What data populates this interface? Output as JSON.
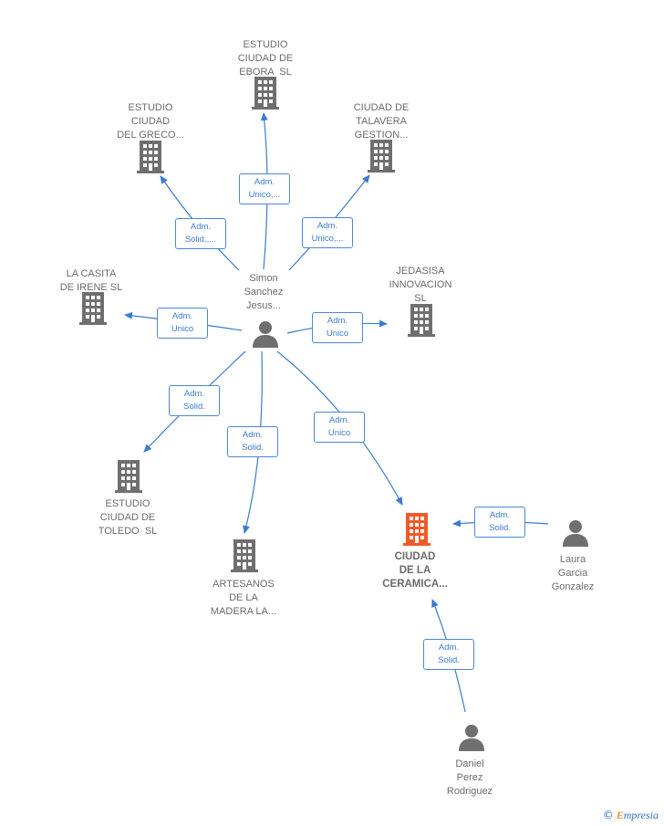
{
  "colors": {
    "company": "#6f6f6f",
    "main_company": "#f05a28",
    "person": "#6f6f6f",
    "edge": "#3b7bd1",
    "text": "#6b6b6b"
  },
  "nodes": [
    {
      "id": "ebora",
      "kind": "company",
      "icon": "building-icon",
      "label": [
        "ESTUDIO",
        "CIUDAD DE",
        "EBORA  SL"
      ]
    },
    {
      "id": "greco",
      "kind": "company",
      "icon": "building-icon",
      "label": [
        "ESTUDIO",
        "CIUDAD",
        "DEL GRECO..."
      ]
    },
    {
      "id": "talavera",
      "kind": "company",
      "icon": "building-icon",
      "label": [
        "CIUDAD DE",
        "TALAVERA",
        "GESTION..."
      ]
    },
    {
      "id": "casita",
      "kind": "company",
      "icon": "building-icon",
      "label": [
        "LA CASITA",
        "DE IRENE SL"
      ]
    },
    {
      "id": "jedasisa",
      "kind": "company",
      "icon": "building-icon",
      "label": [
        "JEDASISA",
        "INNOVACION",
        "SL"
      ]
    },
    {
      "id": "simon",
      "kind": "person",
      "icon": "person-icon",
      "label": [
        "Simon",
        "Sanchez",
        "Jesus..."
      ]
    },
    {
      "id": "toledo",
      "kind": "company",
      "icon": "building-icon",
      "label": [
        "ESTUDIO",
        "CIUDAD DE",
        "TOLEDO  SL"
      ]
    },
    {
      "id": "artesanos",
      "kind": "company",
      "icon": "building-icon",
      "label": [
        "ARTESANOS",
        "DE LA",
        "MADERA LA..."
      ]
    },
    {
      "id": "ceramica",
      "kind": "main",
      "icon": "building-icon",
      "label": [
        "CIUDAD",
        "DE LA",
        "CERAMICA..."
      ]
    },
    {
      "id": "laura",
      "kind": "person",
      "icon": "person-icon",
      "label": [
        "Laura",
        "Garcia",
        "Gonzalez"
      ]
    },
    {
      "id": "daniel",
      "kind": "person",
      "icon": "person-icon",
      "label": [
        "Daniel",
        "Perez",
        "Rodriguez"
      ]
    }
  ],
  "edges": [
    {
      "from": "simon",
      "to": "ebora",
      "label": [
        "Adm.",
        "Unico,..."
      ]
    },
    {
      "from": "simon",
      "to": "greco",
      "label": [
        "Adm.",
        "Solid.,..."
      ]
    },
    {
      "from": "simon",
      "to": "talavera",
      "label": [
        "Adm.",
        "Unico,..."
      ]
    },
    {
      "from": "simon",
      "to": "casita",
      "label": [
        "Adm.",
        "Unico"
      ]
    },
    {
      "from": "simon",
      "to": "jedasisa",
      "label": [
        "Adm.",
        "Unico"
      ]
    },
    {
      "from": "simon",
      "to": "toledo",
      "label": [
        "Adm.",
        "Solid."
      ]
    },
    {
      "from": "simon",
      "to": "artesanos",
      "label": [
        "Adm.",
        "Solid."
      ]
    },
    {
      "from": "simon",
      "to": "ceramica",
      "label": [
        "Adm.",
        "Unico"
      ]
    },
    {
      "from": "laura",
      "to": "ceramica",
      "label": [
        "Adm.",
        "Solid."
      ]
    },
    {
      "from": "daniel",
      "to": "ceramica",
      "label": [
        "Adm.",
        "Solid."
      ]
    }
  ],
  "footer": {
    "copyright": "©",
    "brand_initial": "E",
    "brand_rest": "mpresia"
  }
}
